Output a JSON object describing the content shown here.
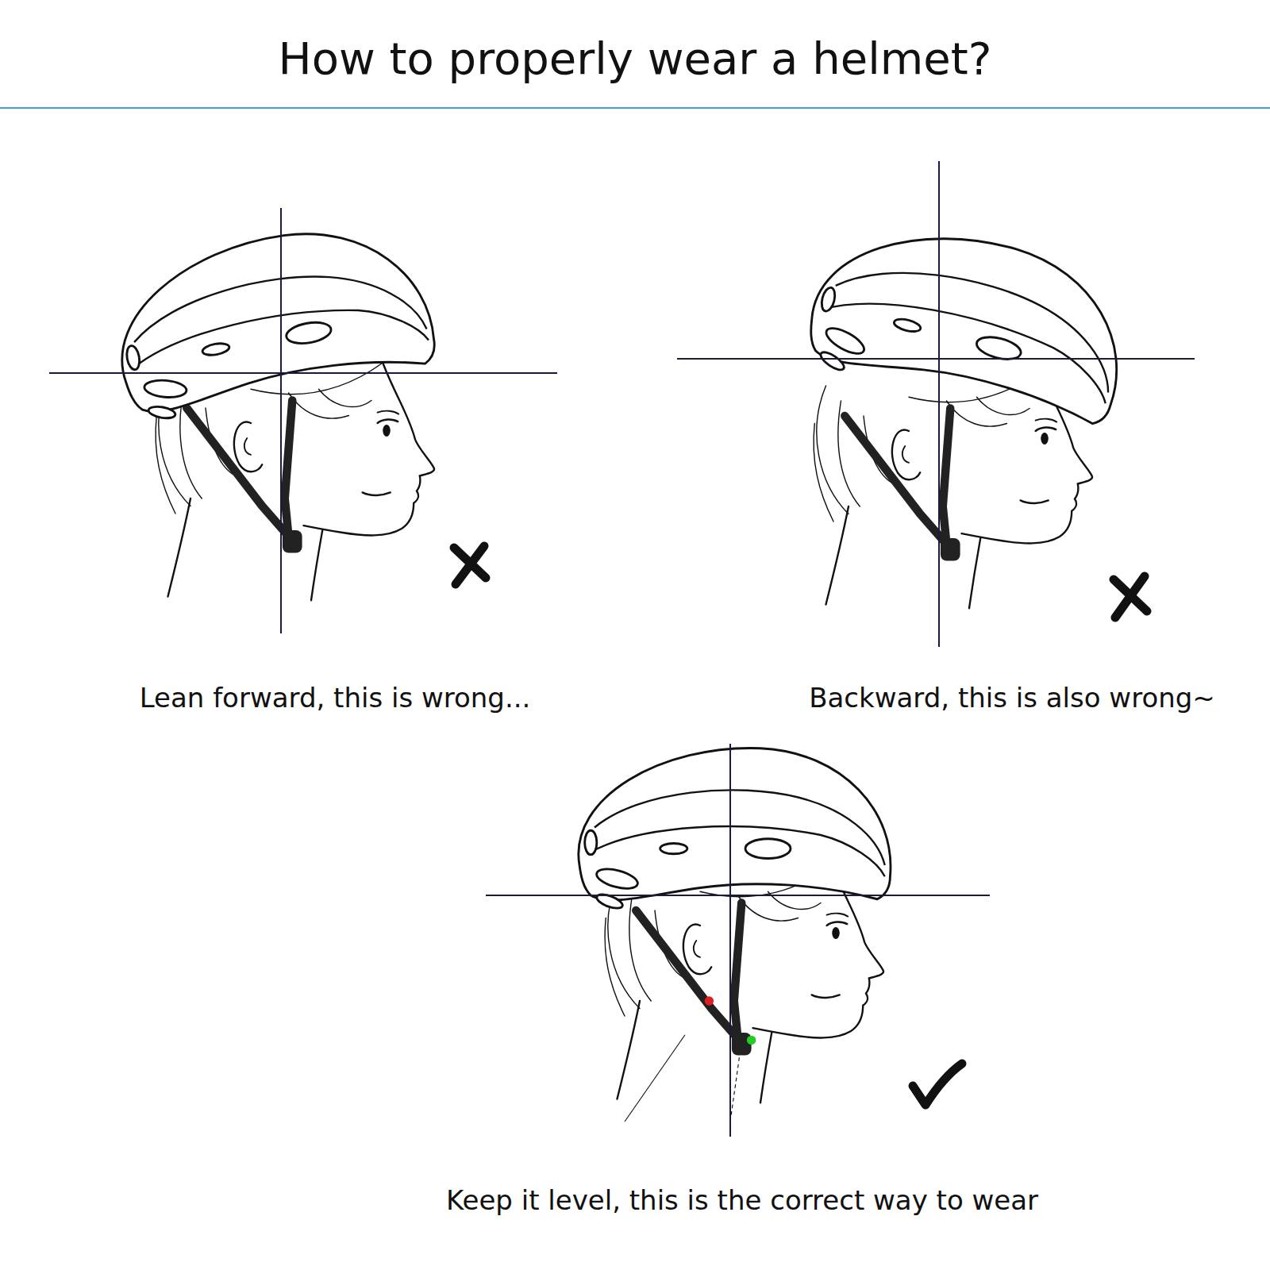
{
  "diagram": {
    "title": "How to properly wear a helmet?",
    "labels": [
      "Lean forward, this is wrong...",
      "Backward, this is also wrong~",
      "Keep it level, this is the correct way to wear"
    ]
  }
}
